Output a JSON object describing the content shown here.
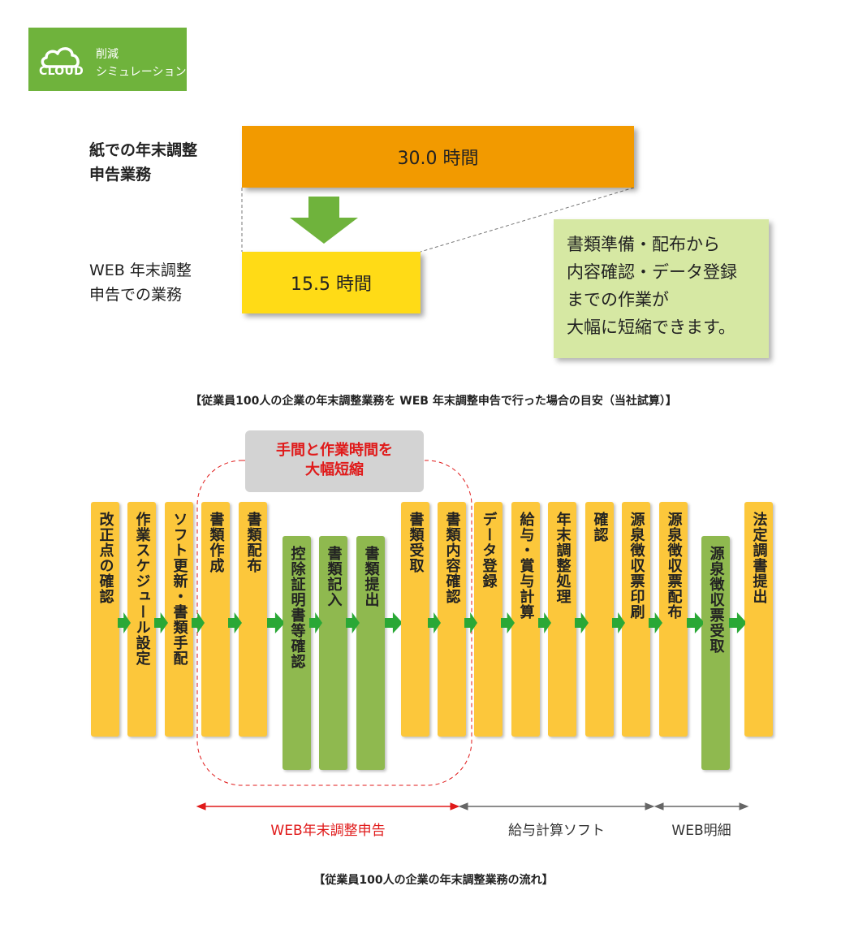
{
  "badge": {
    "logo_text": "CLOUD",
    "line1": "削減",
    "line2": "シミュレーション",
    "icon": "cloud-icon",
    "color": "#6fb33c"
  },
  "comparison": {
    "paper": {
      "label_line1": "紙での年末調整",
      "label_line2": "申告業務",
      "value": "30.0 時間",
      "hours": 30.0,
      "color": "#f29a00"
    },
    "web": {
      "label_line1": "WEB 年末調整",
      "label_line2": "申告での業務",
      "value": "15.5 時間",
      "hours": 15.5,
      "color": "#ffdb16"
    },
    "arrow_icon": "arrow-down-icon",
    "note_lines": [
      "書類準備・配布から",
      "内容確認・データ登録",
      "までの作業が",
      "大幅に短縮できます。"
    ],
    "caption": "【従業員100人の企業の年末調整業務を WEB 年末調整申告で行った場合の目安（当社試算）】"
  },
  "flow": {
    "highlight_line1": "手間と作業時間を",
    "highlight_line2": "大幅短縮",
    "steps": [
      {
        "text": "改正点の確認",
        "color": "yellow"
      },
      {
        "text": "作業スケジュール設定",
        "color": "yellow"
      },
      {
        "text": "ソフト更新・書類手配",
        "color": "yellow"
      },
      {
        "text": "書類作成",
        "color": "yellow"
      },
      {
        "text": "書類配布",
        "color": "yellow"
      },
      {
        "text": "控除証明書等確認",
        "color": "green"
      },
      {
        "text": "書類記入",
        "color": "green"
      },
      {
        "text": "書類提出",
        "color": "green"
      },
      {
        "text": "書類受取",
        "color": "yellow"
      },
      {
        "text": "書類内容確認",
        "color": "yellow"
      },
      {
        "text": "データ登録",
        "color": "yellow"
      },
      {
        "text": "給与・賞与計算",
        "color": "yellow"
      },
      {
        "text": "年末調整処理",
        "color": "yellow"
      },
      {
        "text": "確認",
        "color": "yellow"
      },
      {
        "text": "源泉徴収票印刷",
        "color": "yellow"
      },
      {
        "text": "源泉徴収票配布",
        "color": "yellow"
      },
      {
        "text": "源泉徴収票受取",
        "color": "green"
      },
      {
        "text": "法定調書提出",
        "color": "yellow"
      }
    ],
    "ranges": [
      {
        "label": "WEB年末調整申告",
        "color": "#e01a1a"
      },
      {
        "label": "給与計算ソフト",
        "color": "#555555"
      },
      {
        "label": "WEB明細",
        "color": "#555555"
      }
    ],
    "caption": "【従業員100人の企業の年末調整業務の流れ】"
  }
}
